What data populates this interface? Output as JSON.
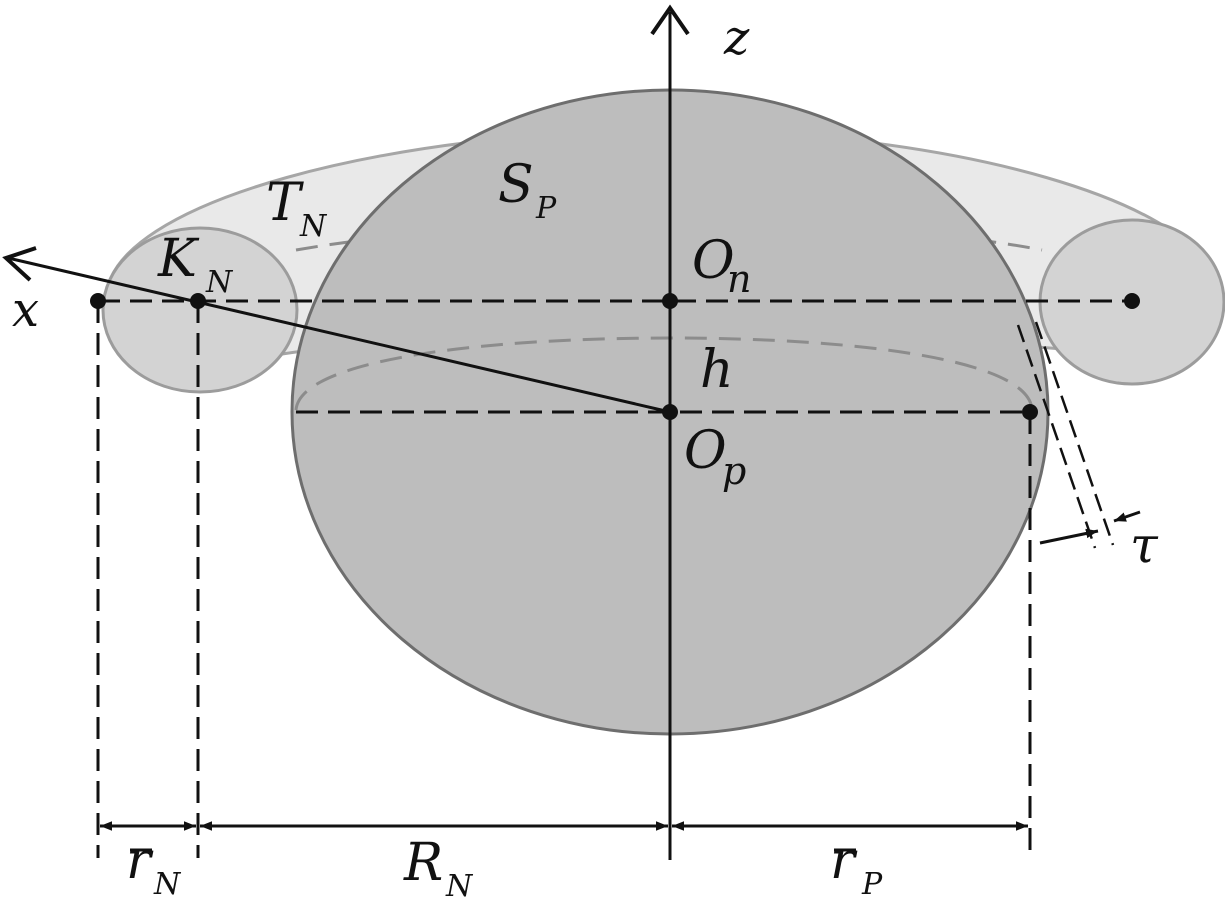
{
  "colors": {
    "sphere_fill": "#bdbdbd",
    "sphere_stroke": "#6e6e6e",
    "torus_fill": "#e9e9e9",
    "torus_stroke": "#a6a6a6",
    "tube_fill": "#d3d3d3",
    "line": "#111111",
    "hidden_dash": "#8c8c8c"
  },
  "labels": {
    "z_axis": "z",
    "x_axis": "x",
    "sphere": {
      "main": "S",
      "sub": "P"
    },
    "torus": {
      "main": "T",
      "sub": "N"
    },
    "tube": {
      "main": "K",
      "sub": "N"
    },
    "center_n": {
      "main": "O",
      "sub": "n"
    },
    "center_p": {
      "main": "O",
      "sub": "p"
    },
    "height": "h",
    "gap": "τ",
    "r_n": {
      "main": "r",
      "sub": "N"
    },
    "big_r_n": {
      "main": "R",
      "sub": "N"
    },
    "r_p": {
      "main": "r",
      "sub": "P"
    }
  }
}
